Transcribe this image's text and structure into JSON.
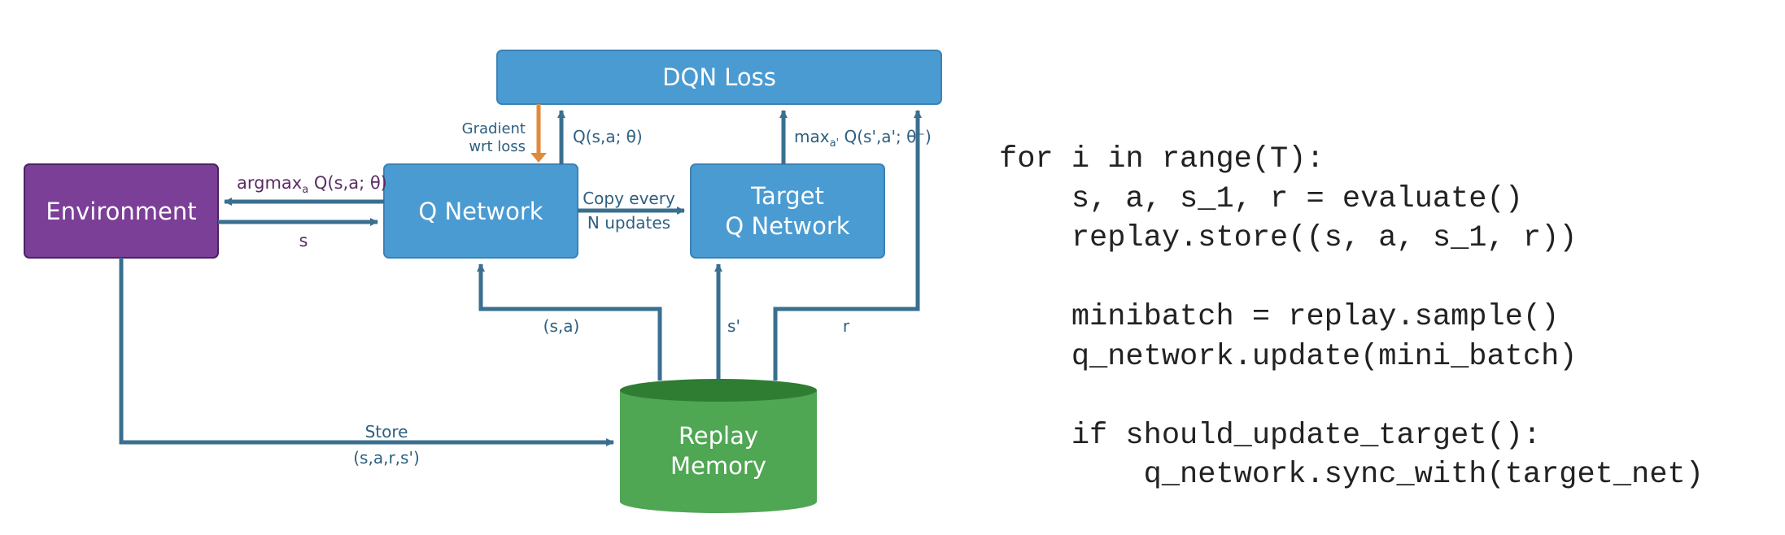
{
  "diagram": {
    "dqn_loss": "DQN Loss",
    "environment": "Environment",
    "q_network": "Q Network",
    "target_line1": "Target",
    "target_line2": "Q Network",
    "replay_line1": "Replay",
    "replay_line2": "Memory",
    "gradient_line1": "Gradient",
    "gradient_line2": "wrt loss",
    "q_label": "Q(s,a; θ)",
    "max_main": "max",
    "max_sub": "a'",
    "max_rest": " Q(s',a'; θ⁻)",
    "argmax_main": "argmax",
    "argmax_sub": "a",
    "argmax_rest": " Q(s,a; θ)",
    "s_label": "s",
    "copy_line1": "Copy every",
    "copy_line2": "N updates",
    "sa_label": "(s,a)",
    "sprime_label": "s'",
    "r_label": "r",
    "store_line1": "Store",
    "store_line2": "(s,a,r,s')",
    "colors": {
      "blue": "#4a9bd1",
      "purple": "#7b3f98",
      "green": "#4fa653",
      "arrow": "#3a6f8f",
      "gradient_arrow": "#e08a3c"
    }
  },
  "code": {
    "lines": [
      "for i in range(T):",
      "    s, a, s_1, r = evaluate()",
      "    replay.store((s, a, s_1, r))",
      "",
      "    minibatch = replay.sample()",
      "    q_network.update(mini_batch)",
      "",
      "    if should_update_target():",
      "        q_network.sync_with(target_net)"
    ]
  }
}
